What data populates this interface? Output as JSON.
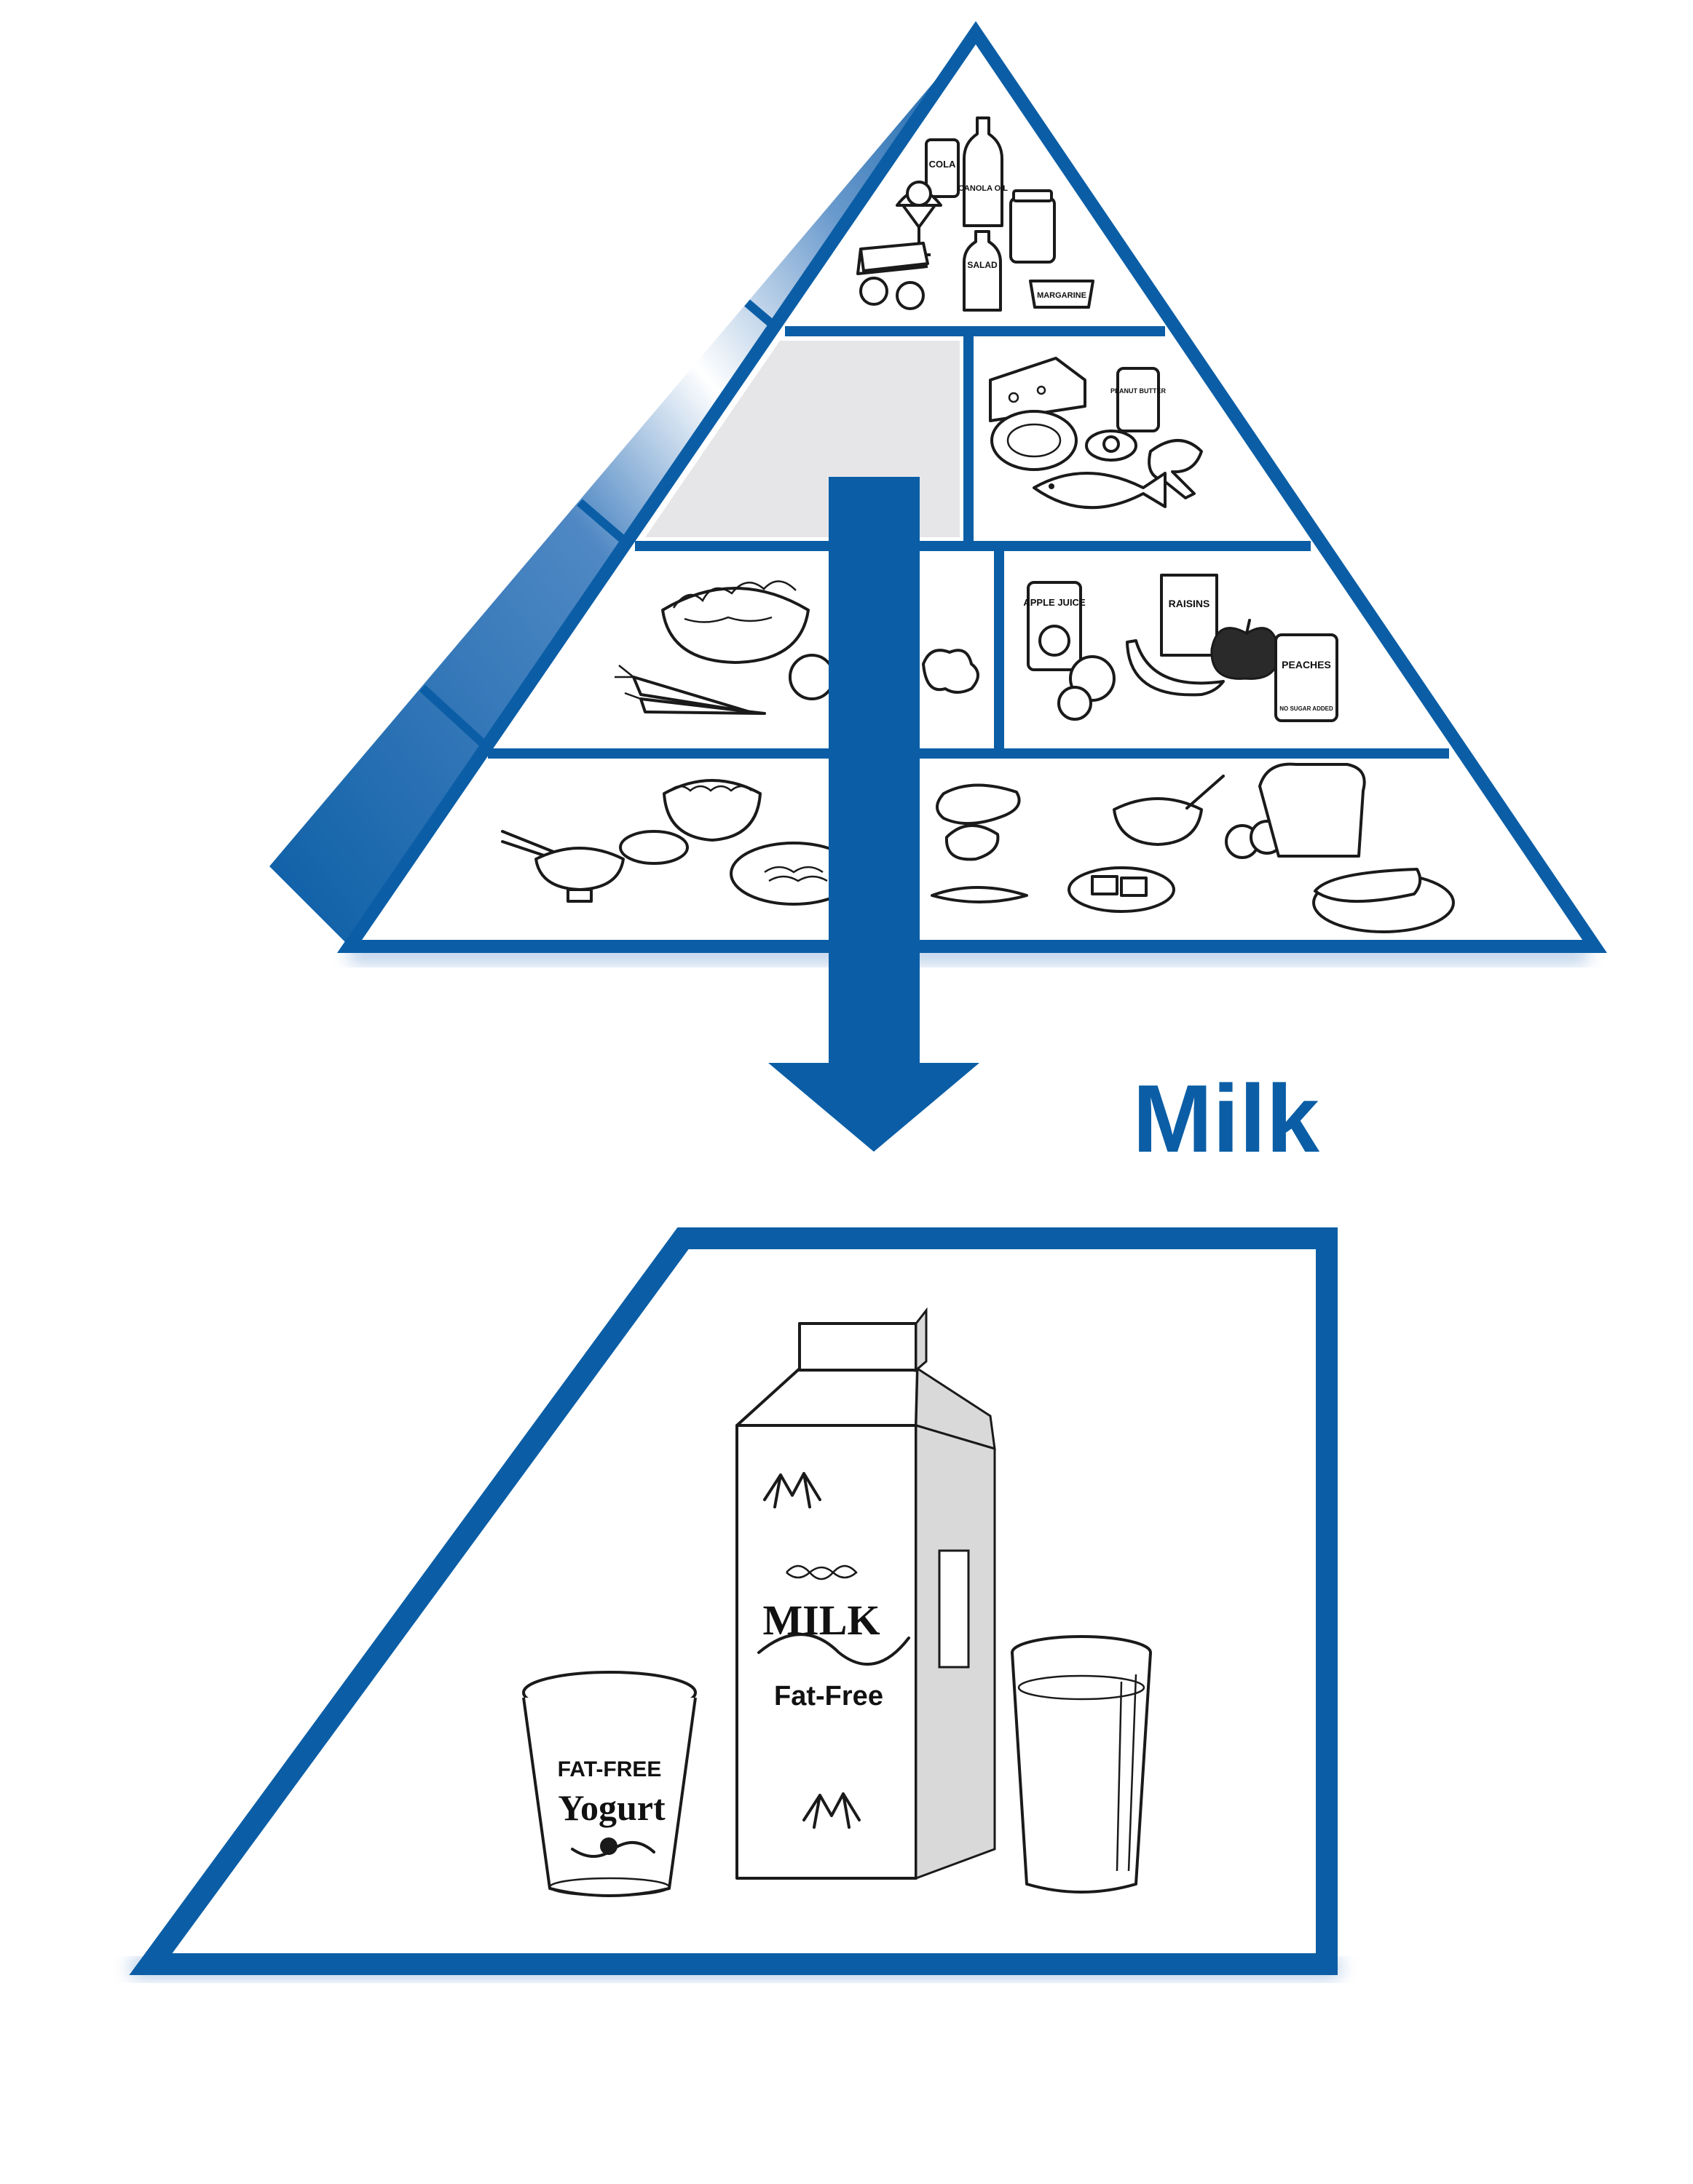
{
  "heading": "Milk",
  "colors": {
    "brand_blue": "#0b5ea6",
    "highlight_gray": "#e6e6e8",
    "ink": "#1a1a1a"
  },
  "pyramid": {
    "top_tier_labels": {
      "cola": "COLA",
      "canola_oil": "CANOLA OIL",
      "salad": "SALAD",
      "margarine": "MARGARINE"
    },
    "protein_tier_labels": {
      "peanut_butter": "PEANUT BUTTER"
    },
    "fruit_tier_labels": {
      "apple_juice": "APPLE JUICE",
      "raisins": "RAISINS",
      "peaches": "PEACHES",
      "no_sugar_added": "NO SUGAR ADDED"
    }
  },
  "milk_group": {
    "carton_brand": "MILK",
    "carton_subtitle": "Fat-Free",
    "yogurt_top": "FAT-FREE",
    "yogurt_name": "Yogurt"
  }
}
